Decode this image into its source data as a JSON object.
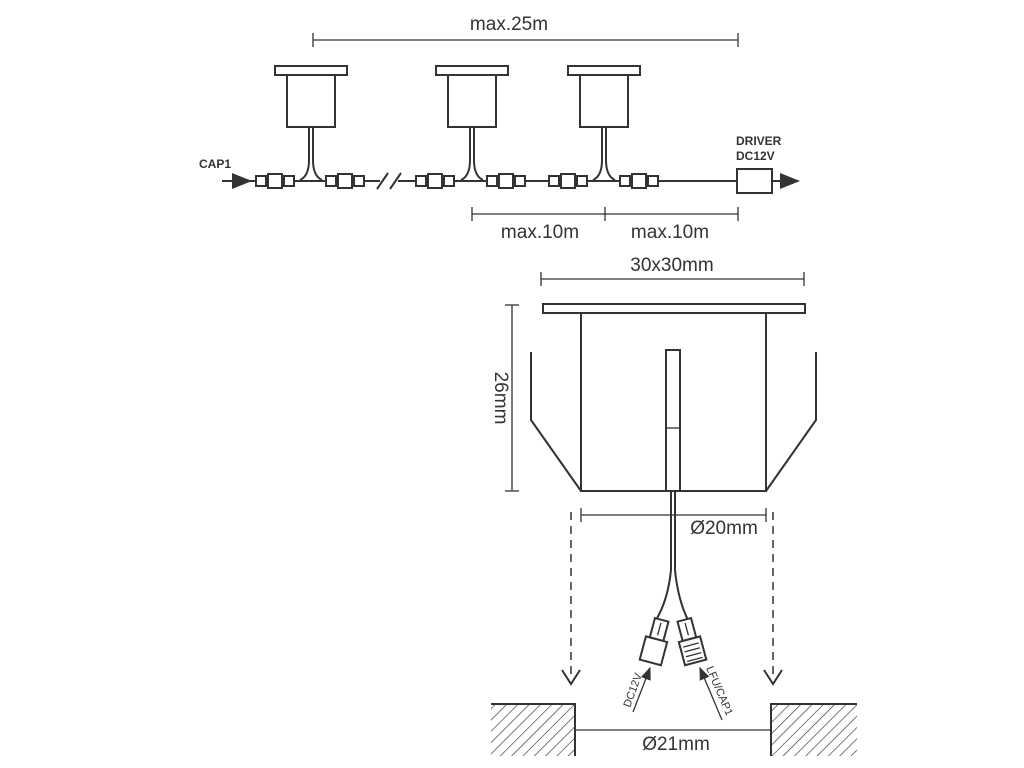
{
  "wiring": {
    "input_label": "CAP1",
    "driver_label_line1": "DRIVER",
    "driver_label_line2": "DC12V",
    "total_length": "max.25m",
    "segment_1": "max.10m",
    "segment_2": "max.10m"
  },
  "fixture": {
    "width": "30x30mm",
    "height": "26mm",
    "body_diameter": "Ø20mm",
    "connector_left": "DC12V",
    "connector_right": "LFU/CAP1",
    "hole_diameter": "Ø21mm"
  }
}
